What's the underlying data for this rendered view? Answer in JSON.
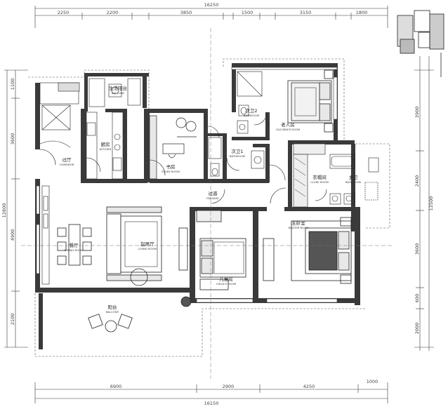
{
  "plan": {
    "top_total": "16250",
    "top_dims": [
      "2250",
      "2200",
      "3850",
      "1500",
      "3150",
      "1800"
    ],
    "bottom_total": "16150",
    "bottom_dims": [
      "6900",
      "2900",
      "4250"
    ],
    "bottom_extra": "1000",
    "left_total": "12800",
    "left_dims": [
      "1100",
      "3600",
      "4900",
      "2100"
    ],
    "right_total": "12500",
    "right_dims": [
      "3900",
      "2400",
      "3600",
      "600",
      "2000"
    ]
  },
  "rooms": [
    {
      "id": "balcony-service",
      "cn": "生活阳台",
      "en": "BALCONY"
    },
    {
      "id": "kitchen",
      "cn": "厨房",
      "en": "KITCHEN"
    },
    {
      "id": "study",
      "cn": "书房",
      "en": "STUDY ROOM"
    },
    {
      "id": "bath2",
      "cn": "次卫1",
      "en": "BATHROOM"
    },
    {
      "id": "bath3",
      "cn": "次卫2",
      "en": "BATHROOM"
    },
    {
      "id": "elder",
      "cn": "老人房",
      "en": "OLD MEN'S ROOM"
    },
    {
      "id": "corridor",
      "cn": "过厅",
      "en": "CORRIDOR"
    },
    {
      "id": "passage",
      "cn": "过道",
      "en": "PASSAGE"
    },
    {
      "id": "closet",
      "cn": "衣帽间",
      "en": "CLOSE ROOM"
    },
    {
      "id": "mainbath",
      "cn": "主卫",
      "en": "BATHROOM"
    },
    {
      "id": "dining",
      "cn": "餐厅",
      "en": "DINING ROOM"
    },
    {
      "id": "living",
      "cn": "起居厅",
      "en": "LIVING ROOM"
    },
    {
      "id": "child",
      "cn": "儿童房",
      "en": "CHILD'S ROOM"
    },
    {
      "id": "master",
      "cn": "主卧室",
      "en": "MASTER ROOM"
    },
    {
      "id": "balcony",
      "cn": "阳台",
      "en": "BALCONY"
    }
  ],
  "colors": {
    "wall": "#3a3a3a",
    "wall_light": "#8a8a8a",
    "line": "#222222",
    "dim": "#444444"
  }
}
